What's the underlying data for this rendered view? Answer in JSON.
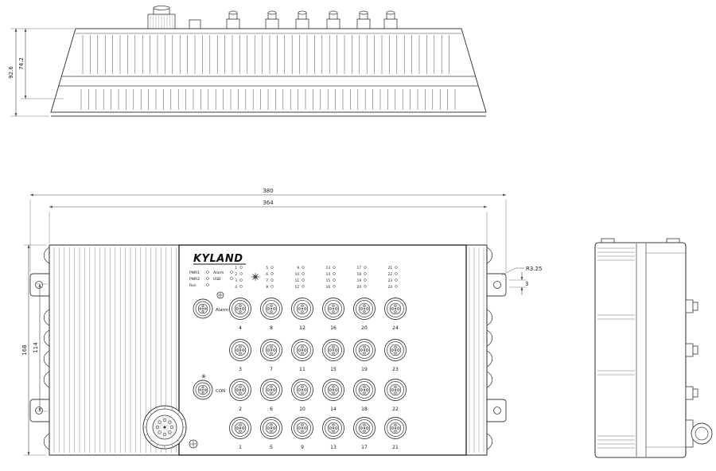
{
  "drawing": {
    "title": "KYLAND industrial switch dimensional drawing",
    "views": {
      "top": "top-view",
      "front": "front-view",
      "side": "side-view"
    }
  },
  "dimensions": {
    "overall_height": "92.6",
    "body_height": "74.2",
    "overall_width": "380",
    "inner_width": "364",
    "front_height": "168",
    "mount_hole_spacing": "114",
    "corner_radius": "R3.25",
    "hole_offset": "3"
  },
  "front_panel": {
    "logo": "KYLAND",
    "alarm_label": "Alarm",
    "con_label": "CON",
    "led_legend": [
      {
        "left": "PWR1",
        "right": "Alarm"
      },
      {
        "left": "PWR2",
        "right": "USB"
      },
      {
        "left": "Run",
        "right": ""
      }
    ],
    "led_columns": [
      [
        "1",
        "2",
        "3",
        "4"
      ],
      [
        "5",
        "6",
        "7",
        "8"
      ],
      [
        "9",
        "10",
        "11",
        "12"
      ],
      [
        "13",
        "14",
        "15",
        "16"
      ],
      [
        "17",
        "18",
        "19",
        "20"
      ],
      [
        "21",
        "22",
        "23",
        "24"
      ]
    ],
    "port_rows": [
      [
        "4",
        "8",
        "12",
        "16",
        "20",
        "24"
      ],
      [
        "3",
        "7",
        "11",
        "15",
        "19",
        "23"
      ],
      [
        "2",
        "6",
        "10",
        "14",
        "18",
        "22"
      ],
      [
        "1",
        "5",
        "9",
        "13",
        "17",
        "21"
      ]
    ]
  }
}
